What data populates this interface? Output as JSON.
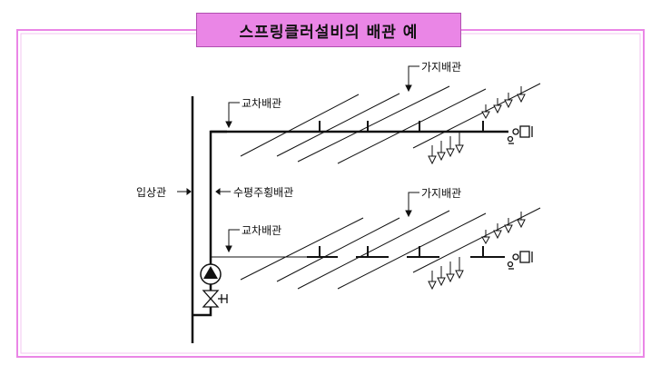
{
  "title": "스프링클러설비의 배관 예",
  "labels": {
    "riser": "입상관",
    "horizontal_main": "수평주횡배관",
    "cross_main_top": "교차배관",
    "cross_main_bottom": "교차배관",
    "branch_top": "가지배관",
    "branch_bottom": "가지배관"
  },
  "colors": {
    "frame_border": "#ea86e6",
    "title_fill": "#ea86e6",
    "line": "#111111"
  },
  "icons": {
    "pump": "pump-icon",
    "valve": "gate-valve-icon",
    "end_valve": "test-valve-icon"
  }
}
